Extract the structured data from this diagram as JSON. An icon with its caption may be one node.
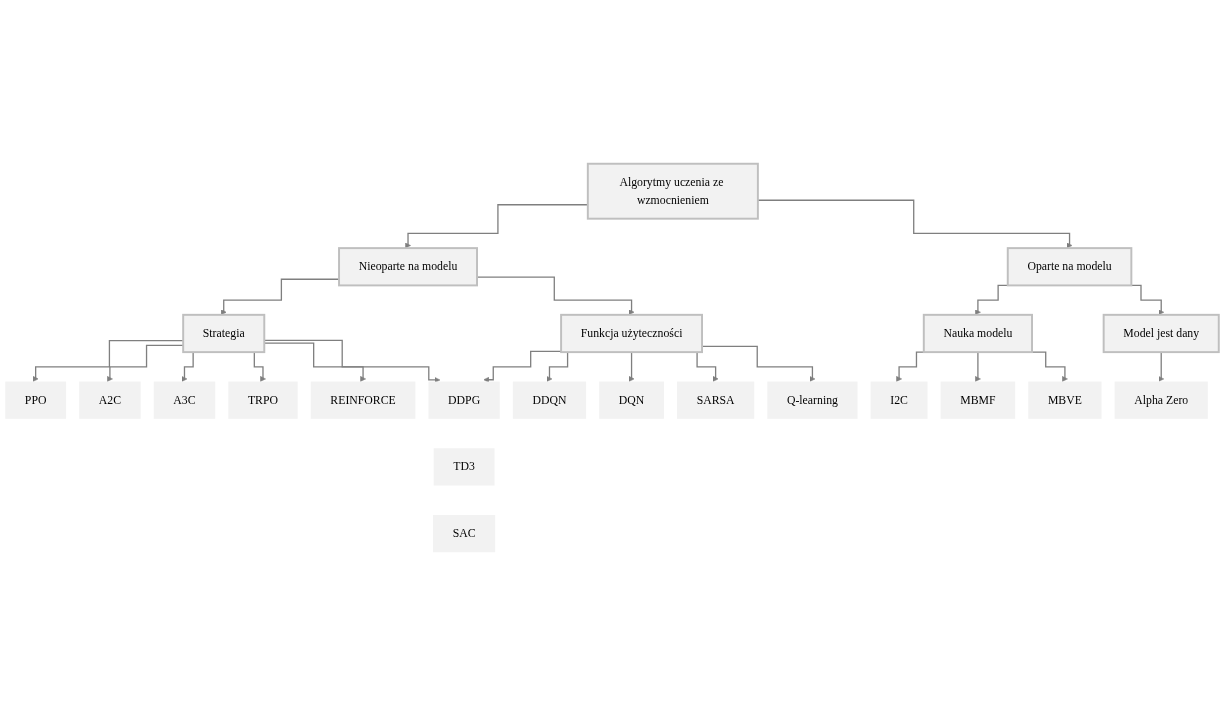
{
  "diagram": {
    "nodes": [
      {
        "text": [
          "Algorytmy uczenia ze wzmocnieniem"
        ]
      },
      {
        "text": [
          "Nieoparte na modelu"
        ]
      },
      {
        "text": [
          "Oparte na modelu"
        ]
      },
      {
        "text": [
          "Strategia"
        ]
      },
      {
        "text": [
          "Funkcja użyteczności"
        ]
      },
      {
        "text": [
          "Nauka modelu"
        ]
      },
      {
        "text": [
          "Model jest dany"
        ]
      },
      {
        "text": [
          "PPO"
        ]
      },
      {
        "text": [
          "DDPG"
        ]
      },
      {
        "text": [
          "DDQN"
        ]
      },
      {
        "text": [
          "I2C"
        ]
      },
      {
        "text": [
          "Alpha Zero"
        ]
      },
      {
        "text": [
          "A2C"
        ]
      },
      {
        "text": [
          "TD3"
        ]
      },
      {
        "text": [
          "DQN"
        ]
      },
      {
        "text": [
          "MBMF"
        ]
      },
      {
        "text": [
          "A3C"
        ]
      },
      {
        "text": [
          "SAC"
        ]
      },
      {
        "text": [
          "SARSA"
        ]
      },
      {
        "text": [
          "MBVE"
        ]
      },
      {
        "text": [
          "TRPO"
        ]
      },
      {
        "text": [
          "Q-learning"
        ]
      },
      {
        "text": [
          "REINFORCE"
        ]
      }
    ],
    "edges": [
      {
        "from": 0,
        "to": 1,
        "arrow": "to"
      },
      {
        "from": 0,
        "to": 2,
        "arrow": "to"
      },
      {
        "from": 1,
        "to": 3,
        "arrow": "to"
      },
      {
        "from": 1,
        "to": 4,
        "arrow": "to"
      },
      {
        "from": 2,
        "to": 5,
        "arrow": "to"
      },
      {
        "from": 2,
        "to": 6,
        "arrow": "to"
      },
      {
        "from": 3,
        "to": 7,
        "arrow": "to"
      },
      {
        "from": 3,
        "to": 12,
        "arrow": "to"
      },
      {
        "from": 3,
        "to": 16,
        "arrow": "to"
      },
      {
        "from": 3,
        "to": 20,
        "arrow": "to"
      },
      {
        "from": 3,
        "to": 22,
        "arrow": "to"
      },
      {
        "from": 3,
        "to": 8,
        "arrow": "to"
      },
      {
        "from": 4,
        "to": 8,
        "arrow": "to"
      },
      {
        "from": 4,
        "to": 9,
        "arrow": "to"
      },
      {
        "from": 4,
        "to": 14,
        "arrow": "to"
      },
      {
        "from": 4,
        "to": 18,
        "arrow": "to"
      },
      {
        "from": 4,
        "to": 21,
        "arrow": "to"
      },
      {
        "from": 5,
        "to": 10,
        "arrow": "to"
      },
      {
        "from": 5,
        "to": 15,
        "arrow": "to"
      },
      {
        "from": 5,
        "to": 19,
        "arrow": "to"
      },
      {
        "from": 6,
        "to": 11,
        "arrow": "to"
      }
    ]
  }
}
